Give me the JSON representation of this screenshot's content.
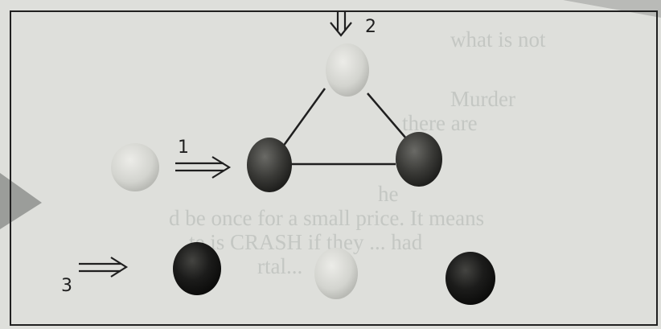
{
  "labels": {
    "row1": "1",
    "top": "2",
    "row3": "3"
  },
  "background_text": [
    "what is not",
    "Murder",
    "there are",
    "he",
    "d be once for a small price. It means",
    "te is CRASH if they ... had",
    "rtal..."
  ],
  "colors": {
    "paper": "#dedfdb",
    "ink": "#1f1f1f",
    "ball_light": "#cfd0cb",
    "ball_dark": "#2a2a2a",
    "ball_darkest": "#151515"
  },
  "balls": [
    {
      "id": "row1-light-ball",
      "shade": "light"
    },
    {
      "id": "triangle-top-ball",
      "shade": "light"
    },
    {
      "id": "triangle-left-ball",
      "shade": "dark"
    },
    {
      "id": "triangle-right-ball",
      "shade": "dark"
    },
    {
      "id": "row3-left-ball",
      "shade": "darkest"
    },
    {
      "id": "row3-middle-ball",
      "shade": "light"
    },
    {
      "id": "row3-right-ball",
      "shade": "darkest"
    }
  ]
}
